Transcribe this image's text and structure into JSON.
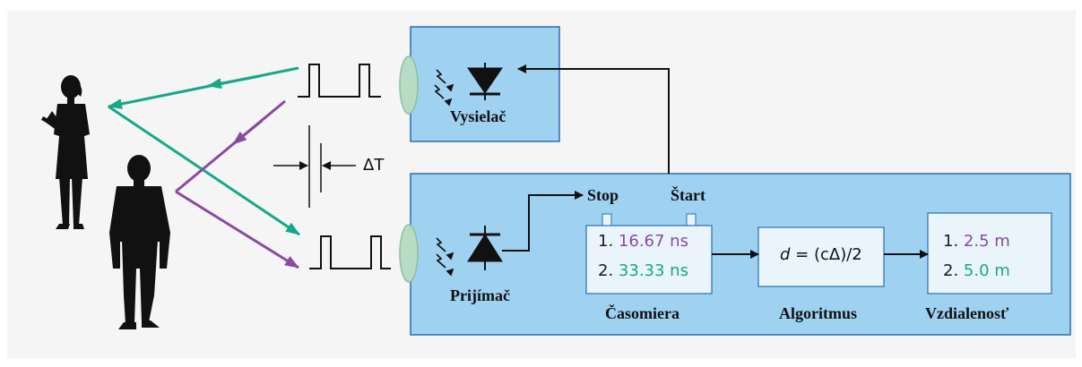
{
  "labels": {
    "transmitter": "Vysielač",
    "receiver": "Prijímač",
    "timer": "Časomiera",
    "algorithm": "Algoritmus",
    "distance": "Vzdialenosť",
    "stop": "Stop",
    "start": "Štart",
    "delta_t": "ΔT"
  },
  "timer_readings": [
    {
      "index": "1.",
      "value": "16.67 ns"
    },
    {
      "index": "2.",
      "value": "33.33 ns"
    }
  ],
  "formula": {
    "lhs": "d",
    "rhs": " = (cΔ)/2"
  },
  "distance_readings": [
    {
      "index": "1.",
      "value": "2.5 m"
    },
    {
      "index": "2.",
      "value": "5.0 m"
    }
  ],
  "colors": {
    "panel_fill": "#9fd1f1",
    "panel_stroke": "#2b6fb0",
    "purple": "#8a4aa0",
    "green": "#16a88a",
    "lens": "#b7dcc4"
  }
}
